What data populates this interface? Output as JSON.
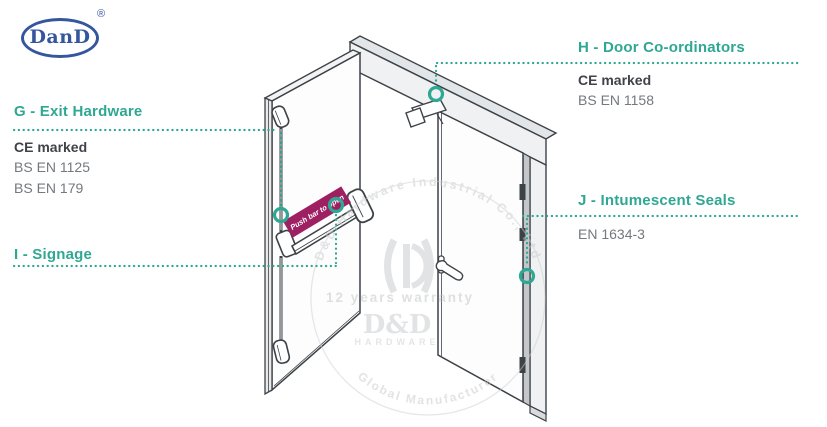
{
  "brand": {
    "logo_text": "DanD",
    "registered_mark": "®"
  },
  "annotations": {
    "exit_hardware": {
      "title": "G - Exit Hardware",
      "subtitle": "CE marked",
      "standards": [
        "BS EN 1125",
        "BS EN 179"
      ]
    },
    "door_coordinators": {
      "title": "H - Door Co-ordinators",
      "subtitle": "CE marked",
      "standards": [
        "BS EN 1158"
      ]
    },
    "signage": {
      "title": "I - Signage"
    },
    "intumescent_seals": {
      "title": "J - Intumescent Seals",
      "standards": [
        "EN 1634-3"
      ]
    }
  },
  "door_sign": {
    "text": "Push bar to open"
  },
  "watermark": {
    "arc_top": "D&D Hardware Industrial Co., Ltd",
    "warranty": "12 years warranty",
    "name": "D&D",
    "subname": "HARDWARE",
    "arc_bottom": "Global Manufacturer"
  },
  "colors": {
    "accent_teal": "#2FA893",
    "sign_magenta": "#9E2063",
    "logo_blue": "#34569E",
    "outline": "#3D4247"
  }
}
